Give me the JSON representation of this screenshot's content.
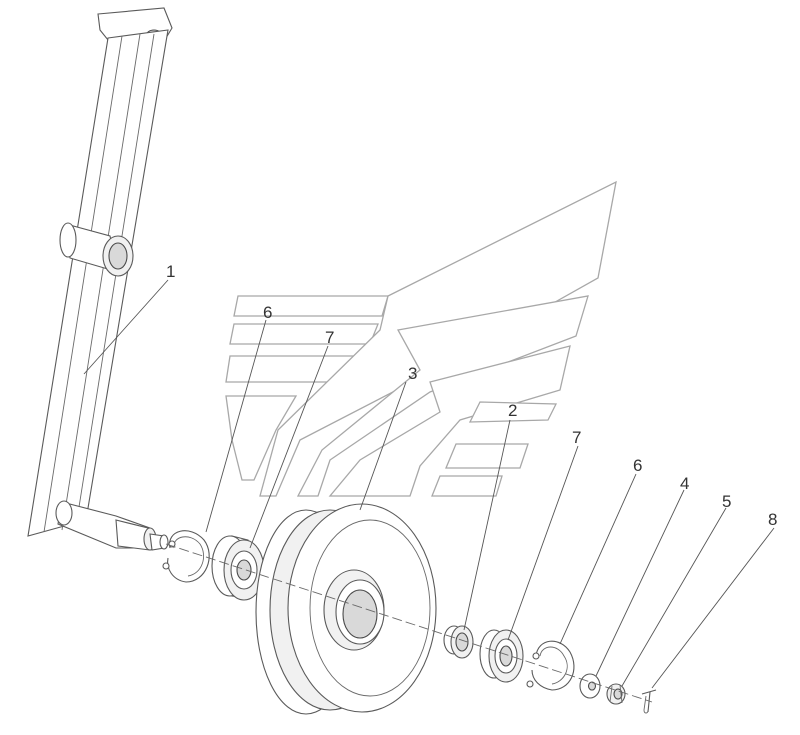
{
  "callouts": [
    {
      "id": "callout-1",
      "label": "1"
    },
    {
      "id": "callout-6a",
      "label": "6"
    },
    {
      "id": "callout-7a",
      "label": "7"
    },
    {
      "id": "callout-3",
      "label": "3"
    },
    {
      "id": "callout-2",
      "label": "2"
    },
    {
      "id": "callout-7b",
      "label": "7"
    },
    {
      "id": "callout-6b",
      "label": "6"
    },
    {
      "id": "callout-4",
      "label": "4"
    },
    {
      "id": "callout-5",
      "label": "5"
    },
    {
      "id": "callout-8",
      "label": "8"
    }
  ],
  "colors": {
    "line": "#5a5a5a",
    "watermark": "#a8a8a8",
    "background": "#ffffff"
  }
}
